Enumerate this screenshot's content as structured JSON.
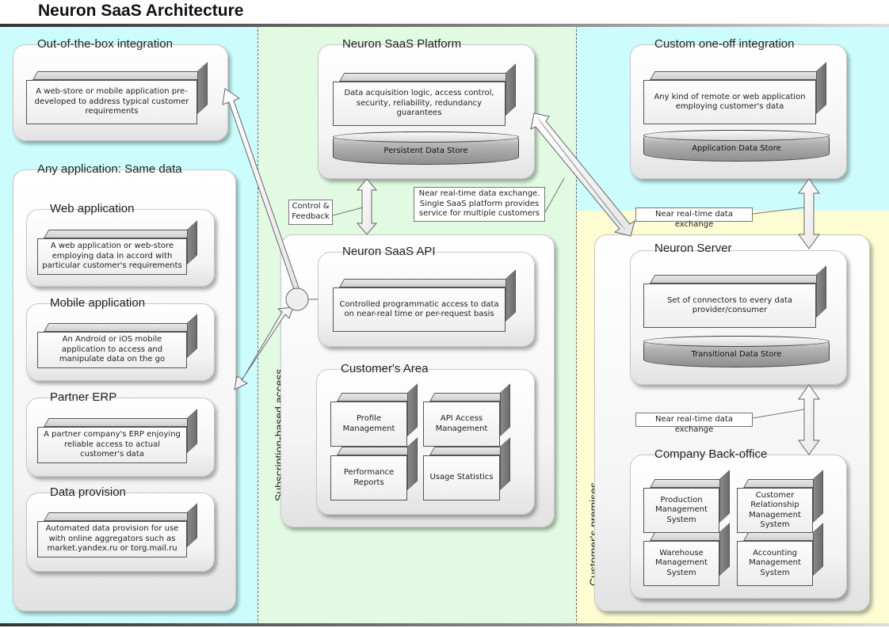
{
  "title": "Neuron SaaS Architecture",
  "zones": {
    "subscription_label": "Subscription-based access",
    "premises_label": "Customer's premises"
  },
  "left": {
    "ootb": {
      "title": "Out-of-the-box integration",
      "block": "A web-store or mobile application pre-developed to address typical customer requirements"
    },
    "any_app": {
      "title": "Any application: Same data",
      "web": {
        "title": "Web application",
        "block": "A web application or web-store employing data in accord with particular customer's requirements"
      },
      "mobile": {
        "title": "Mobile application",
        "block": "An Android or iOS mobile application to access and manipulate data on the go"
      },
      "erp": {
        "title": "Partner ERP",
        "block": "A partner company's ERP enjoying reliable access to actual customer's data"
      },
      "provision": {
        "title": "Data provision",
        "block": "Automated data provision for use with online aggregators such as market.yandex.ru or torg.mail.ru"
      }
    }
  },
  "middle": {
    "platform": {
      "title": "Neuron SaaS Platform",
      "block": "Data acquisition logic, access control, security, reliability, redundancy guarantees",
      "store": "Persistent Data Store"
    },
    "control_callout": "Control & Feedback",
    "exchange_callout": "Near real-time data exchange. Single SaaS platform provides service for multiple customers",
    "api": {
      "title": "Neuron SaaS API",
      "block": "Controlled programmatic access to data on near-real time or per-request basis"
    },
    "area": {
      "title": "Customer's Area",
      "items": [
        "Profile Management",
        "API Access Management",
        "Performance Reports",
        "Usage Statistics"
      ]
    }
  },
  "right": {
    "custom": {
      "title": "Custom one-off integration",
      "block": "Any kind of remote or web application employing customer's data",
      "store": "Application Data Store"
    },
    "exchange_callout_1": "Near real-time data exchange",
    "exchange_callout_2": "Near real-time data exchange",
    "server": {
      "title": "Neuron Server",
      "block": "Set of connectors to every data provider/consumer",
      "store": "Transitional Data Store"
    },
    "backoffice": {
      "title": "Company Back-office",
      "items": [
        "Production Management System",
        "Customer Relationship Management System",
        "Warehouse Management System",
        "Accounting Management System"
      ]
    }
  },
  "colors": {
    "zone_blue": "#ccfcfc",
    "zone_green": "#e2fae2",
    "zone_yellow": "#fdfcd3"
  }
}
